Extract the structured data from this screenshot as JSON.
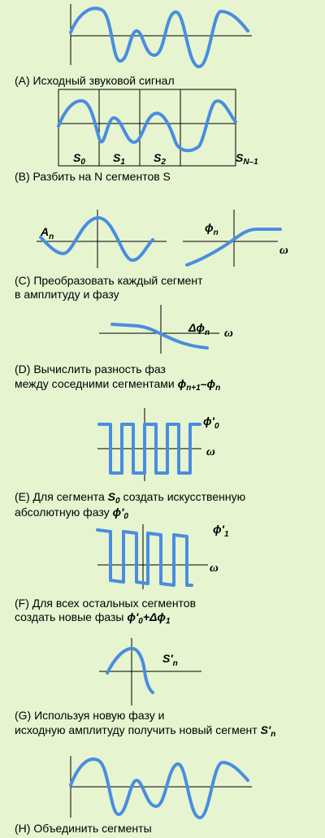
{
  "colors": {
    "background": "#e6f5d0",
    "wave": "#4a8de0",
    "axis": "#000000"
  },
  "steps": {
    "a": {
      "caption": "(A) Исходный звуковой сигнал"
    },
    "b": {
      "caption": "(B) Разбить на N сегментов S",
      "segments": [
        {
          "base": "S",
          "sub": "0"
        },
        {
          "base": "S",
          "sub": "1"
        },
        {
          "base": "S",
          "sub": "2"
        },
        {
          "base": "S",
          "sub": "N–1"
        }
      ]
    },
    "c": {
      "caption_line1": "(C) Преобразовать каждый сегмент",
      "caption_line2": "в амплитуду и фазу",
      "amp_base": "A",
      "amp_sub": "n",
      "phase_base": "ϕ",
      "phase_sub": "n",
      "omega": "ω"
    },
    "d": {
      "caption_line1": "(D) Вычислить разность фаз",
      "caption_line2": "между соседними сегментами",
      "formula_a": "ϕ",
      "formula_a_sub": "n+1",
      "formula_op": "–",
      "formula_b": "ϕ",
      "formula_b_sub": "n",
      "delta_base": "Δϕ",
      "delta_sub": "n",
      "omega": "ω"
    },
    "e": {
      "caption_line1a": "(E) Для сегмента",
      "seg_base": "S",
      "seg_sub": "0",
      "caption_line1b": "создать искусственную",
      "caption_line2": "абсолютную фазу",
      "phase_base": "ϕ'",
      "phase_sub": "0",
      "label_base": "ϕ'",
      "label_sub": "0",
      "omega": "ω"
    },
    "f": {
      "caption_line1": "(F) Для всех остальных сегментов",
      "caption_line2": "создать новые фазы",
      "f_a": "ϕ'",
      "f_a_sub": "0",
      "f_op": "+Δϕ",
      "f_op_sub": "1",
      "label_base": "ϕ'",
      "label_sub": "1",
      "omega": "ω"
    },
    "g": {
      "caption_line1": "(G) Используя новую фазу и",
      "caption_line2": "исходную амплитуду получить новый сегмент",
      "seg_base": "S'",
      "seg_sub": "n",
      "label_base": "S'",
      "label_sub": "n"
    },
    "h": {
      "caption": "(H) Объединить сегменты"
    }
  }
}
